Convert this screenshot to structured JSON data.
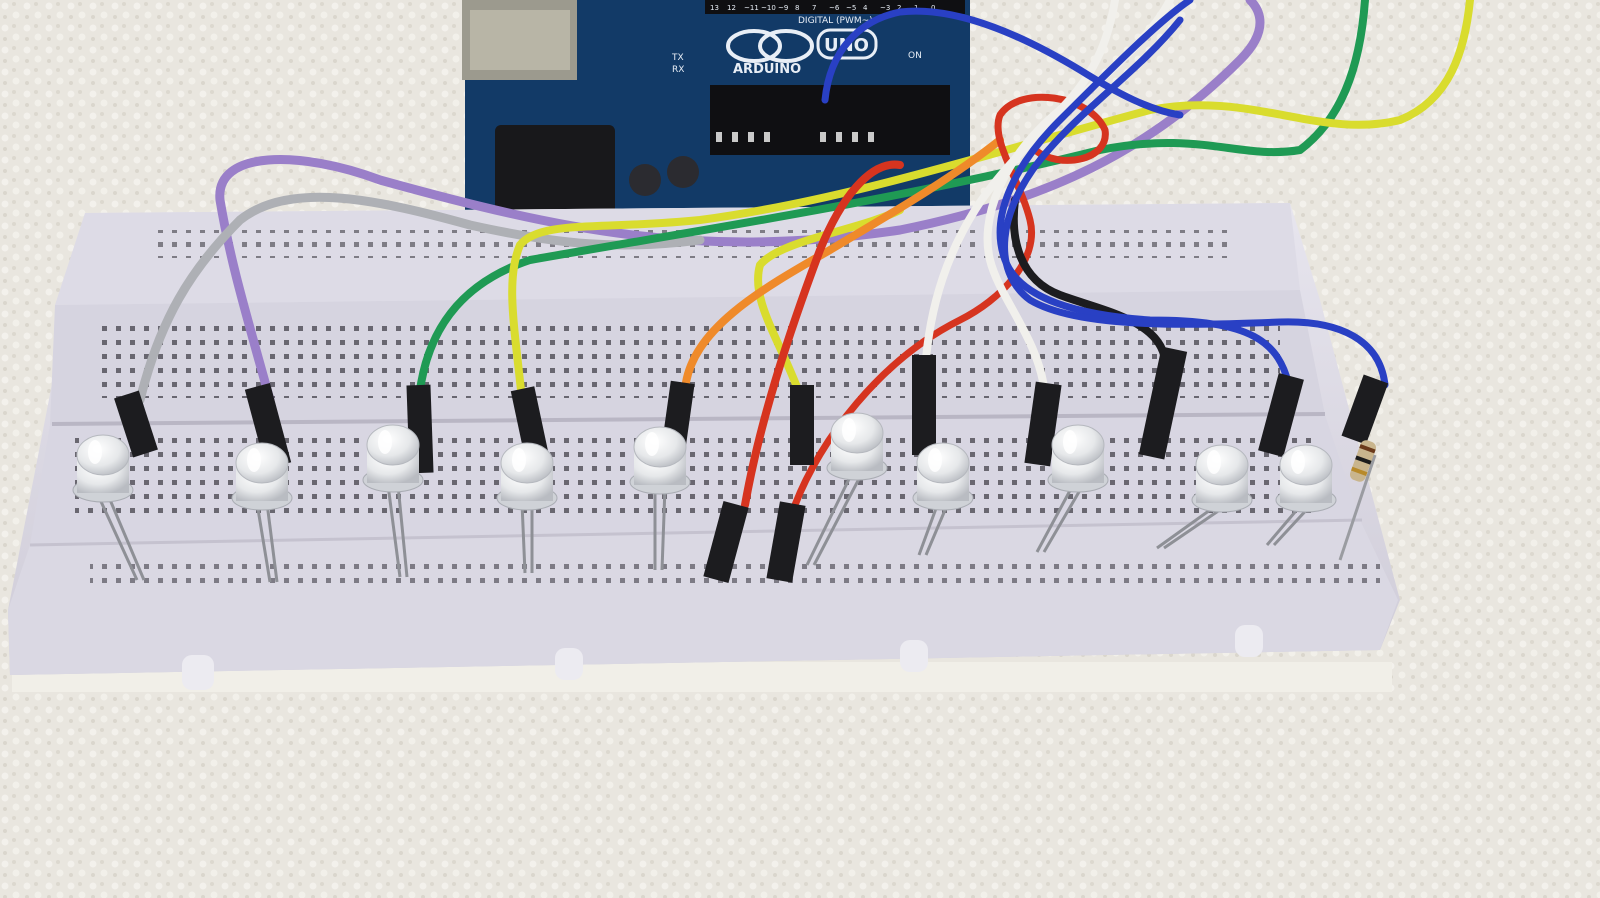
{
  "board": {
    "brand": "ARDUINO",
    "model": "UNO",
    "header_label": "DIGITAL (PWM~)",
    "on_label": "ON",
    "tx_label": "TX",
    "rx_label": "RX",
    "pin_numbers": [
      "13",
      "12",
      "~11",
      "~10",
      "~9",
      "8",
      "7",
      "~6",
      "~5",
      "4",
      "~3",
      "2",
      "1",
      "0"
    ]
  },
  "colors": {
    "towel": "#e9e6df",
    "breadboard": "#dcdae4",
    "pcb": "#123a67",
    "wire_purple": "#9a7fc9",
    "wire_gray": "#aeb0b5",
    "wire_green": "#1f9a54",
    "wire_yellow": "#d9dc2e",
    "wire_orange": "#ef8a2a",
    "wire_red": "#d6341f",
    "wire_white": "#f1f0ec",
    "wire_black": "#1c1c1f",
    "wire_blue": "#2940c4"
  },
  "leds": [
    {
      "id": "led-1"
    },
    {
      "id": "led-2"
    },
    {
      "id": "led-3"
    },
    {
      "id": "led-4"
    },
    {
      "id": "led-5"
    },
    {
      "id": "led-6"
    },
    {
      "id": "led-7"
    },
    {
      "id": "led-8"
    },
    {
      "id": "led-9"
    },
    {
      "id": "led-10"
    }
  ]
}
